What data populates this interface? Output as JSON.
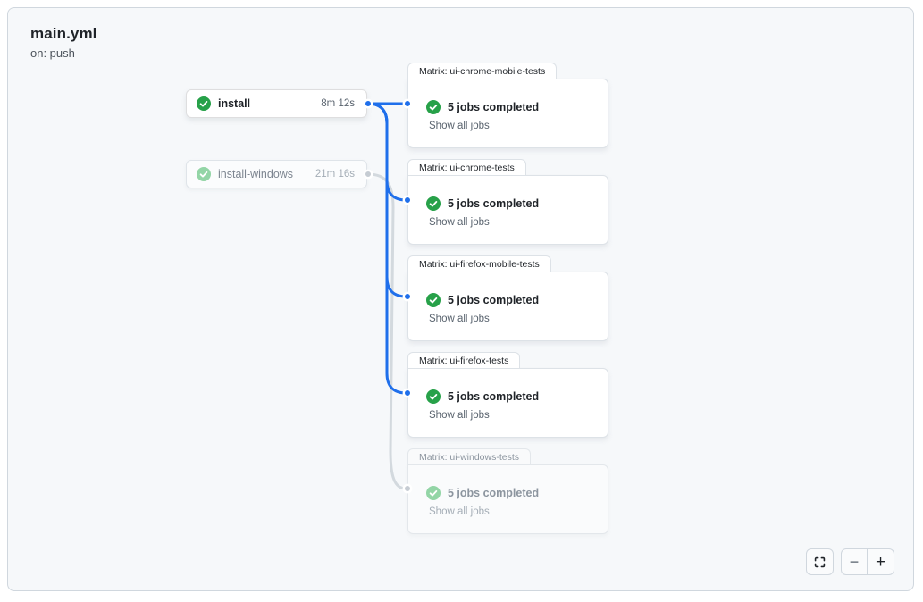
{
  "header": {
    "title": "main.yml",
    "trigger": "on: push"
  },
  "jobs": {
    "install": {
      "label": "install",
      "duration": "8m 12s",
      "status": "success"
    },
    "install_windows": {
      "label": "install-windows",
      "duration": "21m 16s",
      "status": "success-muted"
    }
  },
  "matrices": [
    {
      "tab": "Matrix: ui-chrome-mobile-tests",
      "summary": "5 jobs completed",
      "link": "Show all jobs",
      "status": "success"
    },
    {
      "tab": "Matrix: ui-chrome-tests",
      "summary": "5 jobs completed",
      "link": "Show all jobs",
      "status": "success"
    },
    {
      "tab": "Matrix: ui-firefox-mobile-tests",
      "summary": "5 jobs completed",
      "link": "Show all jobs",
      "status": "success"
    },
    {
      "tab": "Matrix: ui-firefox-tests",
      "summary": "5 jobs completed",
      "link": "Show all jobs",
      "status": "success"
    },
    {
      "tab": "Matrix: ui-windows-tests",
      "summary": "5 jobs completed",
      "link": "Show all jobs",
      "status": "success-muted"
    }
  ],
  "controls": {
    "zoom_out": "−",
    "zoom_in": "+"
  },
  "colors": {
    "accent_blue": "#1f6feb",
    "success_green": "#27a149",
    "success_green_muted": "#93d5a6",
    "edge_gray": "#d3d9de",
    "panel_bg": "#f6f8fa",
    "panel_border": "#d0d7de"
  }
}
